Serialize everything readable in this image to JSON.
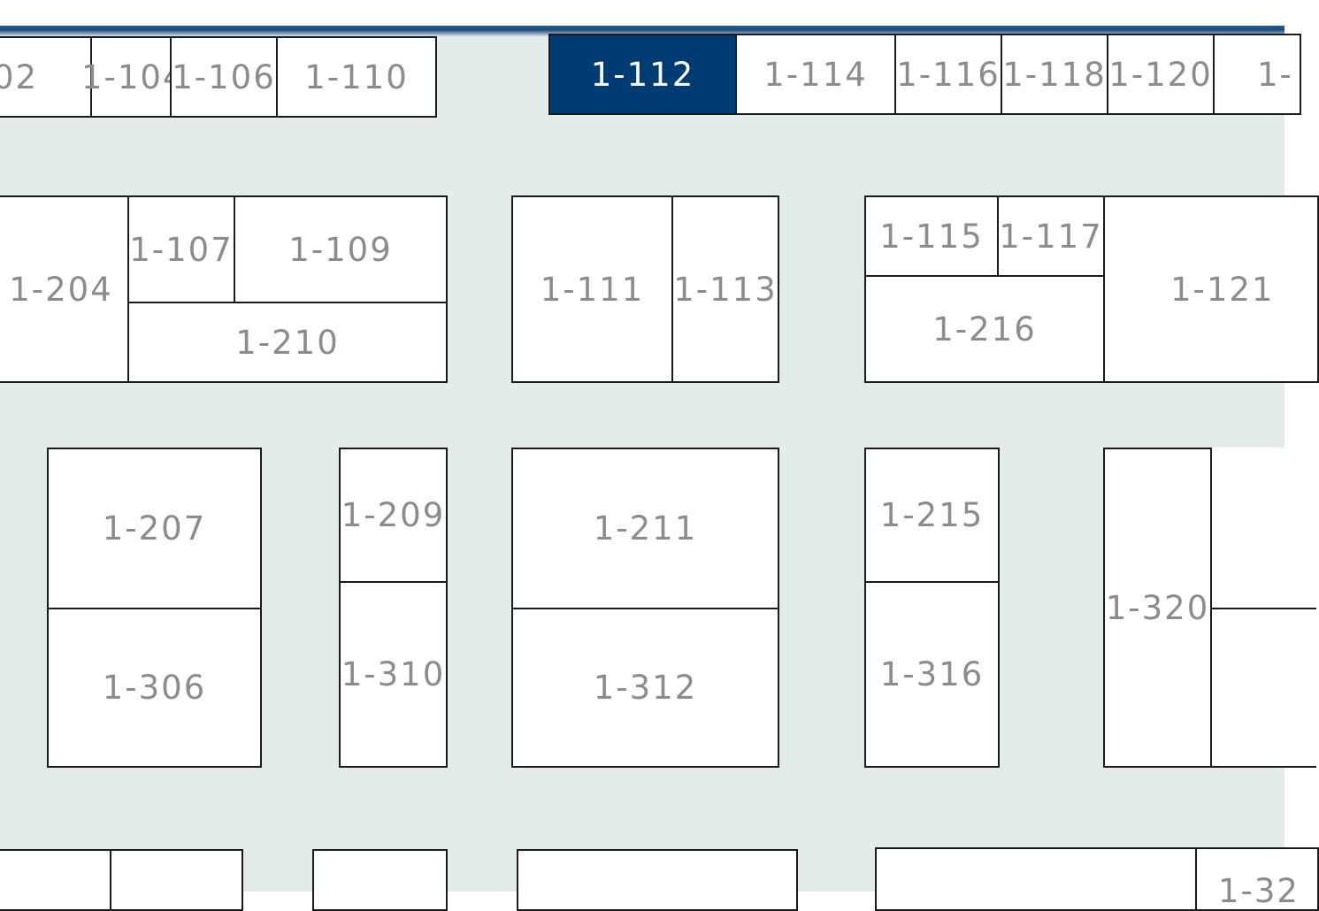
{
  "floor_plan": {
    "colors": {
      "aisle": "#e4ebeb",
      "booth_fill": "#ffffff",
      "booth_border": "#1a1a1a",
      "booth_text": "#8c8c8c",
      "selected_fill": "#003c74",
      "selected_text": "#ffffff"
    },
    "selected_booth": "1-112",
    "booths": {
      "b102": "02",
      "b104": "1-104",
      "b106": "1-106",
      "b110": "1-110",
      "b112": "1-112",
      "b114": "1-114",
      "b116": "1-116",
      "b118": "1-118",
      "b120": "1-120",
      "b122": "1-",
      "b204": "1-204",
      "b107": "1-107",
      "b109": "1-109",
      "b210": "1-210",
      "b111": "1-111",
      "b113": "1-113",
      "b115": "1-115",
      "b117": "1-117",
      "b216": "1-216",
      "b121": "1-121",
      "b207": "1-207",
      "b306": "1-306",
      "b209": "1-209",
      "b310": "1-310",
      "b211": "1-211",
      "b312": "1-312",
      "b215": "1-215",
      "b316": "1-316",
      "b320": "1-320",
      "b_r1": "",
      "b_r2": "",
      "b_bot1": "",
      "b_bot2": "",
      "b_bot3": "",
      "b_bot4": "",
      "b_bot5": "",
      "b_bot6": "1-32"
    }
  }
}
